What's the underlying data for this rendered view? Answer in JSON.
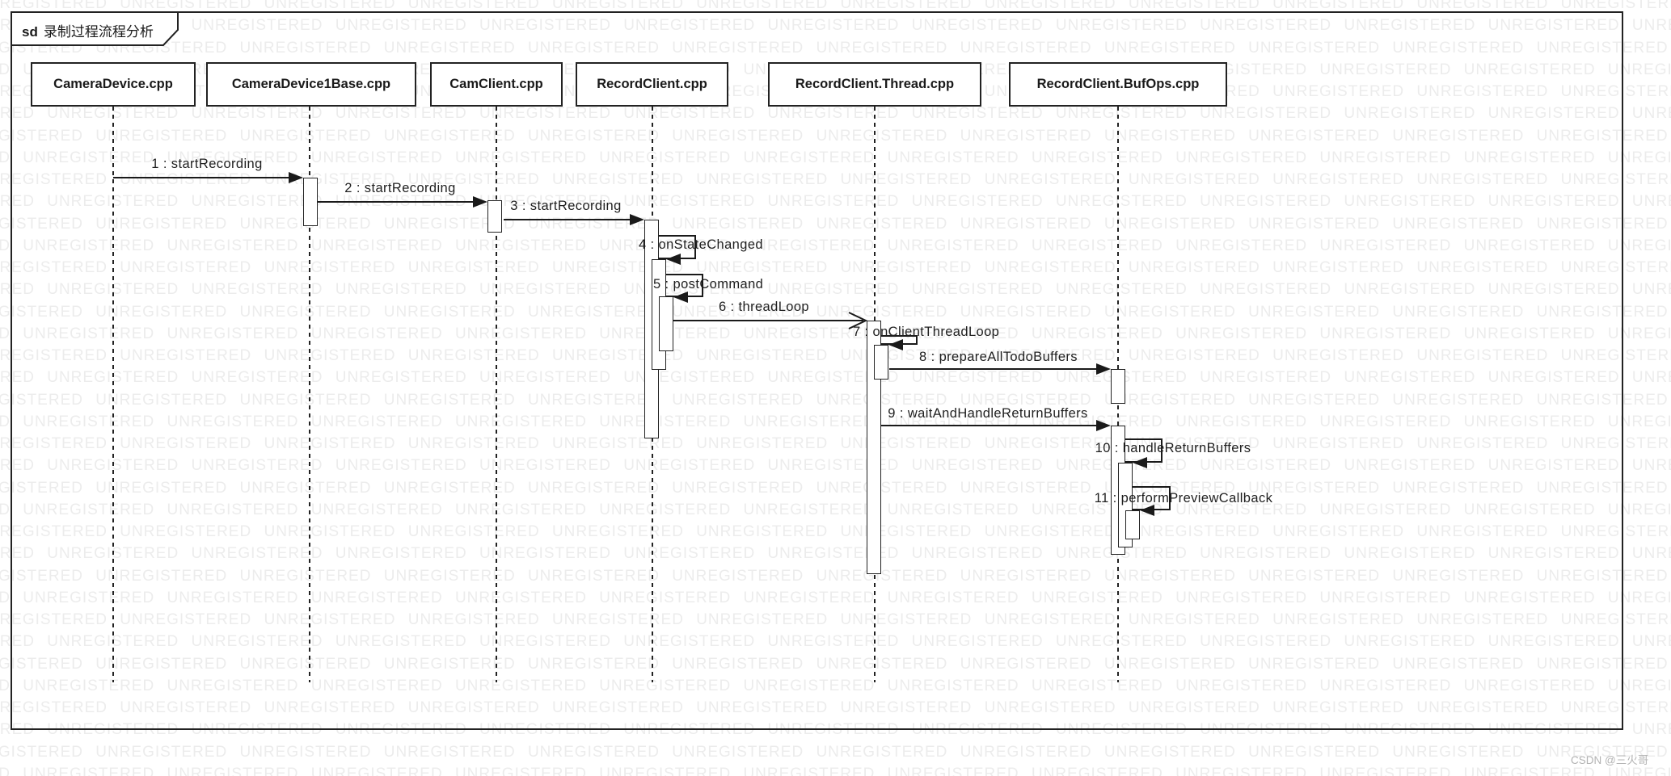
{
  "frame": {
    "keyword": "sd",
    "title": "录制过程流程分析"
  },
  "watermark": {
    "text": "UNREGISTERED"
  },
  "credit": "CSDN @三火哥",
  "colors": {
    "line": "#1a1a1a",
    "watermark": "#ececec",
    "credit": "#b3b3b3",
    "background": "#ffffff"
  },
  "lifelines": [
    {
      "label": "CameraDevice.cpp"
    },
    {
      "label": "CameraDevice1Base.cpp"
    },
    {
      "label": "CamClient.cpp"
    },
    {
      "label": "RecordClient.cpp"
    },
    {
      "label": "RecordClient.Thread.cpp"
    },
    {
      "label": "RecordClient.BufOps.cpp"
    }
  ],
  "messages": [
    {
      "label": "1 : startRecording",
      "from": "CameraDevice.cpp",
      "to": "CameraDevice1Base.cpp",
      "kind": "sync"
    },
    {
      "label": "2 : startRecording",
      "from": "CameraDevice1Base.cpp",
      "to": "CamClient.cpp",
      "kind": "sync"
    },
    {
      "label": "3 : startRecording",
      "from": "CamClient.cpp",
      "to": "RecordClient.cpp",
      "kind": "sync"
    },
    {
      "label": "4 : onStateChanged",
      "from": "RecordClient.cpp",
      "to": "RecordClient.cpp",
      "kind": "self"
    },
    {
      "label": "5 : postCommand",
      "from": "RecordClient.cpp",
      "to": "RecordClient.cpp",
      "kind": "self"
    },
    {
      "label": "6 : threadLoop",
      "from": "RecordClient.cpp",
      "to": "RecordClient.Thread.cpp",
      "kind": "async"
    },
    {
      "label": "7 : onClientThreadLoop",
      "from": "RecordClient.Thread.cpp",
      "to": "RecordClient.Thread.cpp",
      "kind": "self"
    },
    {
      "label": "8 : prepareAllTodoBuffers",
      "from": "RecordClient.Thread.cpp",
      "to": "RecordClient.BufOps.cpp",
      "kind": "sync"
    },
    {
      "label": "9 : waitAndHandleReturnBuffers",
      "from": "RecordClient.Thread.cpp",
      "to": "RecordClient.BufOps.cpp",
      "kind": "sync"
    },
    {
      "label": "10 : handleReturnBuffers",
      "from": "RecordClient.BufOps.cpp",
      "to": "RecordClient.BufOps.cpp",
      "kind": "self"
    },
    {
      "label": "11 : performPreviewCallback",
      "from": "RecordClient.BufOps.cpp",
      "to": "RecordClient.BufOps.cpp",
      "kind": "self"
    }
  ]
}
